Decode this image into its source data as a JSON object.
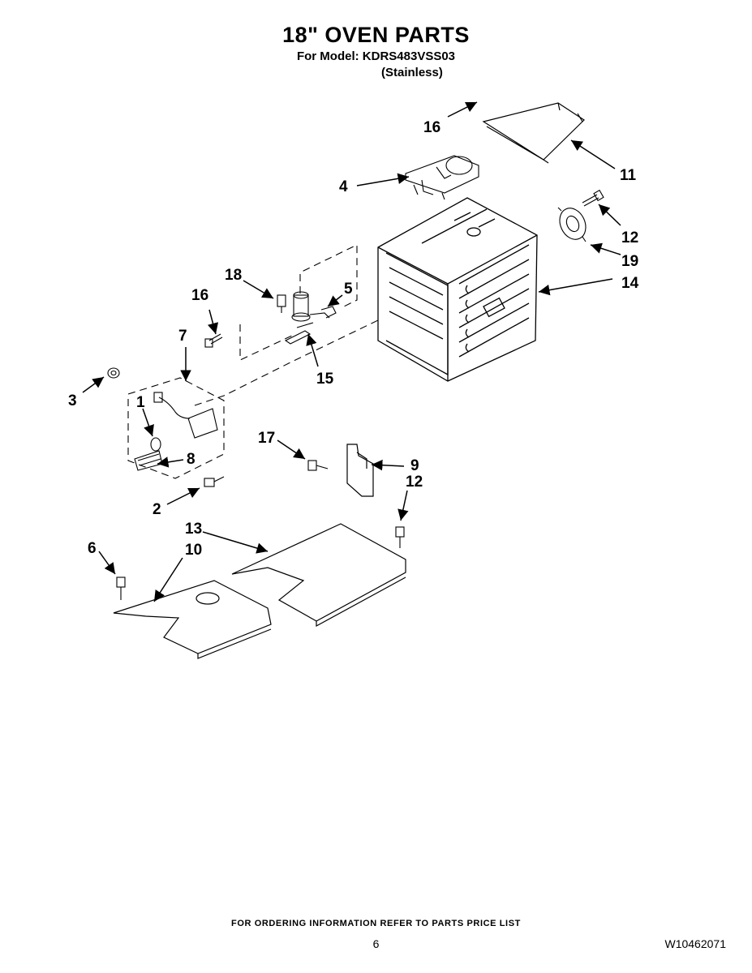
{
  "header": {
    "title": "18\" OVEN PARTS",
    "model_line": "For Model: KDRS483VSS03",
    "finish": "(Stainless)"
  },
  "callouts": {
    "c1": "1",
    "c2": "2",
    "c3": "3",
    "c4": "4",
    "c5": "5",
    "c6": "6",
    "c7": "7",
    "c8": "8",
    "c9": "9",
    "c10": "10",
    "c11": "11",
    "c12a": "12",
    "c12b": "12",
    "c13": "13",
    "c14": "14",
    "c15": "15",
    "c16a": "16",
    "c16b": "16",
    "c17": "17",
    "c18": "18",
    "c19": "19"
  },
  "footer": {
    "ordering_note": "FOR ORDERING INFORMATION REFER TO PARTS PRICE LIST",
    "page_number": "6",
    "document_number": "W10462071"
  }
}
